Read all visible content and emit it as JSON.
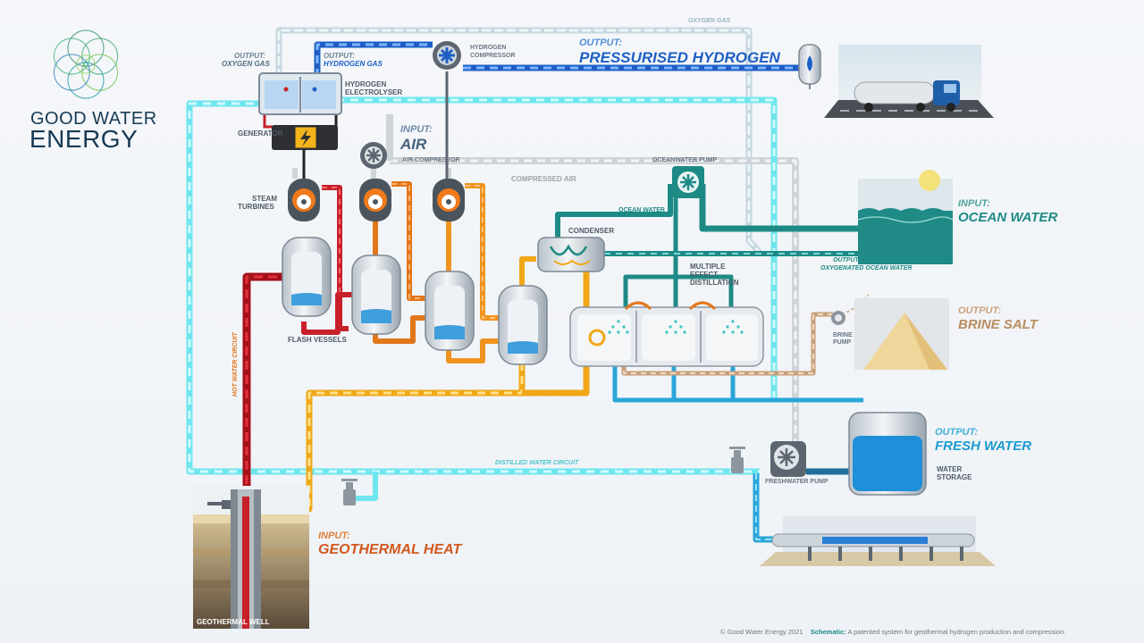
{
  "brand": {
    "name_line1": "GOOD WATER",
    "name_line2": "ENERGY",
    "logo_icon": "green-spiral-flower-icon"
  },
  "colors": {
    "hydrogen": "#1d5fc4",
    "oxygen": "#cfe0e8",
    "air": "#d6dadf",
    "steam_red": "#c8202a",
    "orange": "#e2761b",
    "yellow": "#f0a818",
    "teal": "#1d8a86",
    "distilled": "#5ce2ea",
    "fresh_blue": "#2aa6d8",
    "brine": "#d4a87a"
  },
  "outputs": {
    "oxygen_gas": {
      "k": "OUTPUT:",
      "v": "OXYGEN GAS"
    },
    "hydrogen_gas": {
      "k": "OUTPUT:",
      "v": "HYDROGEN GAS"
    },
    "pressurised_hydrogen": {
      "k": "OUTPUT:",
      "v": "PRESSURISED HYDROGEN"
    },
    "brine_salt": {
      "k": "OUTPUT:",
      "v": "BRINE SALT"
    },
    "fresh_water": {
      "k": "OUTPUT:",
      "v": "FRESH WATER"
    },
    "oxygenated_ocean_water": {
      "k": "OUTPUT",
      "v": "OXYGENATED OCEAN WATER"
    }
  },
  "inputs": {
    "air": {
      "k": "INPUT:",
      "v": "AIR"
    },
    "ocean_water": {
      "k": "INPUT:",
      "v": "OCEAN WATER"
    },
    "geothermal_heat": {
      "k": "INPUT:",
      "v": "GEOTHERMAL HEAT"
    }
  },
  "components": {
    "oxygen_gas_line": "OXYGEN GAS",
    "hydrogen_compressor_1": "HYDROGEN",
    "hydrogen_compressor_2": "COMPRESSOR",
    "electrolyser_1": "HYDROGEN",
    "electrolyser_2": "ELECTROLYSER",
    "generator": "GENERATOR",
    "air_compressor": "AIR COMPRESSOR",
    "compressed_air": "COMPRESSED AIR",
    "oceanwater_pump": "OCEANWATER PUMP",
    "ocean_water_line": "OCEAN WATER",
    "steam_turbines_1": "STEAM",
    "steam_turbines_2": "TURBINES",
    "condenser": "CONDENSER",
    "med_1": "MULTIPLE",
    "med_2": "EFFECT",
    "med_3": "DISTILLATION",
    "flash_vessels": "FLASH VESSELS",
    "brine_pump_1": "BRINE",
    "brine_pump_2": "PUMP",
    "hot_water_circuit": "HOT WATER CIRCUIT",
    "distilled_water_circuit": "DISTILLED WATER CIRCUIT",
    "freshwater_pump": "FRESHWATER PUMP",
    "water_storage_1": "WATER",
    "water_storage_2": "STORAGE",
    "geothermal_well": "GEOTHERMAL WELL"
  },
  "footer": {
    "copyright": "© Good Water Energy 2021",
    "schematic_label": "Schematic:",
    "schematic_text": "A patented system for geothermal hydrogen production and compression."
  }
}
